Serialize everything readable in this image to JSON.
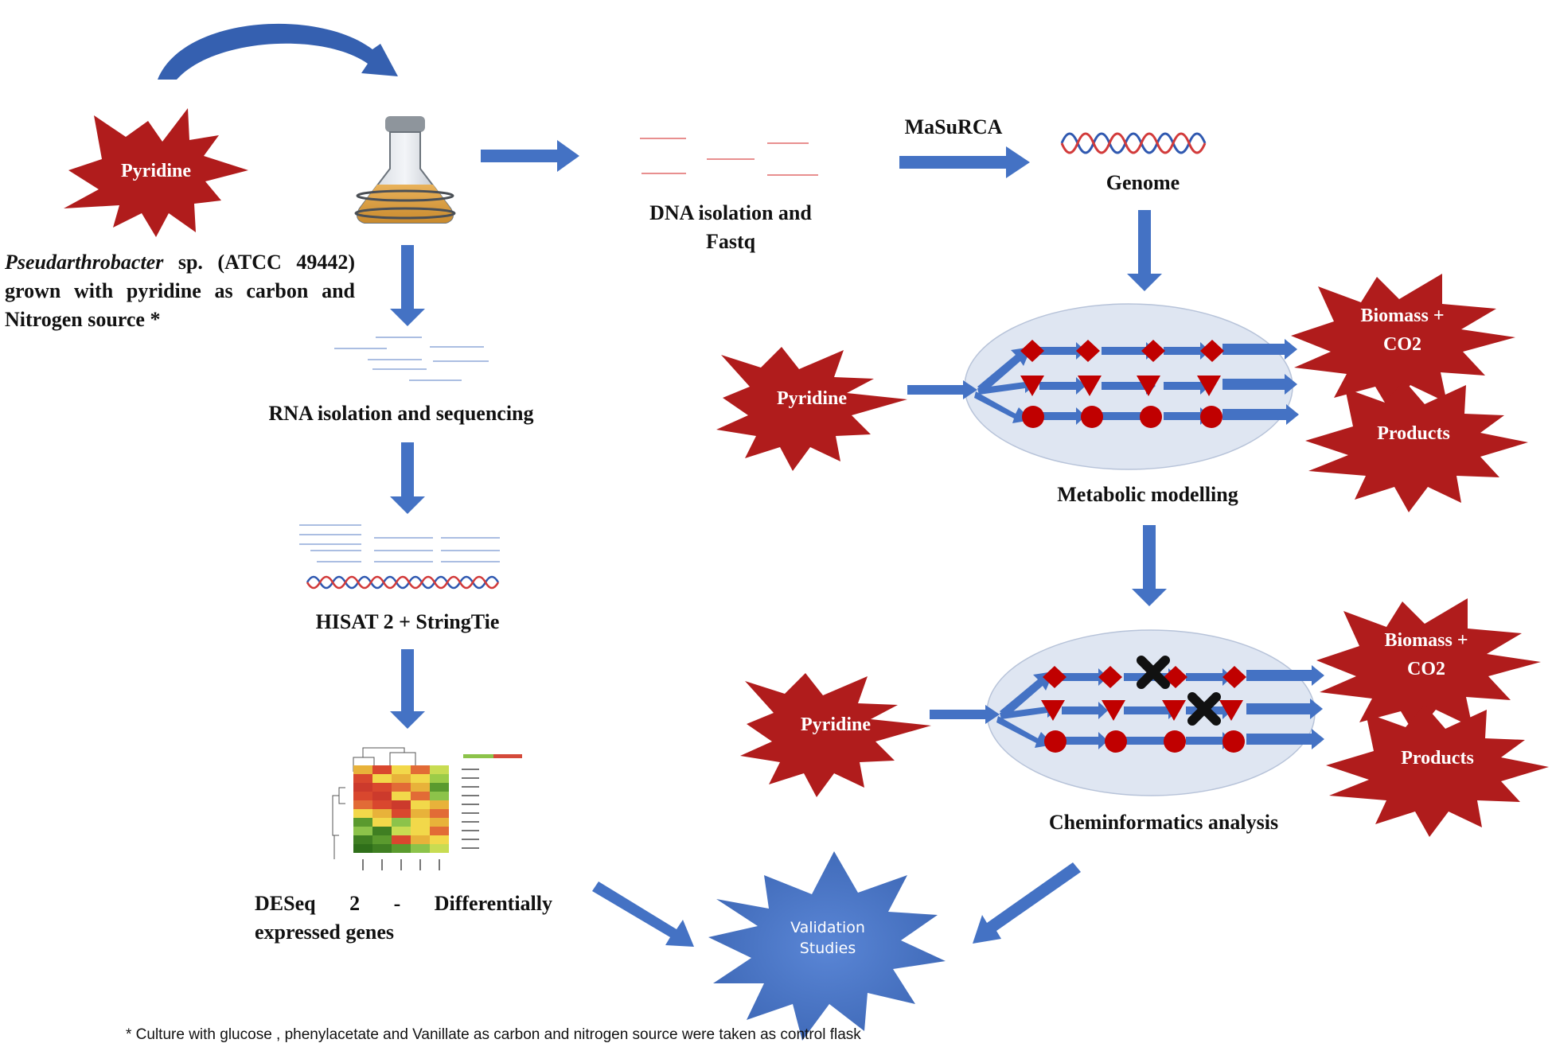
{
  "colors": {
    "arrow_blue": "#4472c4",
    "star_red": "#b01c1c",
    "ellipse_fill": "#dfe6f2",
    "node_red": "#c00000",
    "validation_blue": "#4a76c8"
  },
  "start": {
    "star_label": "Pyridine",
    "organism_genus": "Pseudarthrobacter",
    "organism_rest": " sp. (ATCC 49442) grown with pyridine as carbon and Nitrogen source *",
    "flask_icon": "erlenmeyer-flask-icon"
  },
  "rna_branch": {
    "rna_label": "RNA isolation and sequencing",
    "hisat_label": "HISAT 2 + StringTie",
    "heatmap_icon": "heatmap-icon",
    "deseq_label": "DESeq 2 - Differentially expressed genes"
  },
  "dna_branch": {
    "dna_label_line1": "DNA isolation and",
    "dna_label_line2": "Fastq",
    "assembler_label": "MaSuRCA",
    "genome_label": "Genome",
    "dna_icon": "dna-helix-icon"
  },
  "metabolic_model": {
    "input_label": "Pyridine",
    "output_top_line1": "Biomass +",
    "output_top_line2": "CO2",
    "output_bottom": "Products",
    "caption": "Metabolic modelling"
  },
  "cheminformatics": {
    "input_label": "Pyridine",
    "output_top_line1": "Biomass +",
    "output_top_line2": "CO2",
    "output_bottom": "Products",
    "caption": "Cheminformatics analysis",
    "knockout_icon": "knockout-x-icon"
  },
  "validation": {
    "line1": "Validation",
    "line2": "Studies"
  },
  "footnote": "* Culture with  glucose , phenylacetate and Vanillate as carbon and nitrogen source were taken as control flask"
}
